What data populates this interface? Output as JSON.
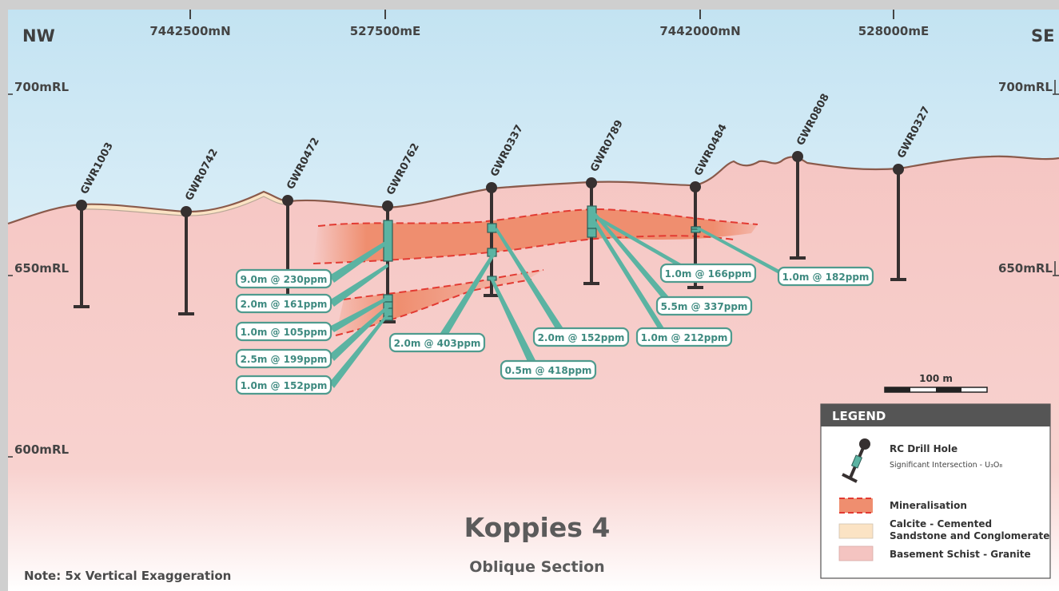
{
  "corners": {
    "left": "NW",
    "right": "SE"
  },
  "top_ticks": [
    "7442500mN",
    "527500mE",
    "7442000mN",
    "528000mE"
  ],
  "rl_labels": {
    "left": [
      "700mRL",
      "650mRL",
      "600mRL"
    ],
    "right": [
      "700mRL",
      "650mRL"
    ]
  },
  "holes": [
    "GWR1003",
    "GWR0742",
    "GWR0472",
    "GWR0762",
    "GWR0337",
    "GWR0789",
    "GWR0484",
    "GWR0808",
    "GWR0327"
  ],
  "intersections": [
    "9.0m @ 230ppm",
    "2.0m @ 161ppm",
    "1.0m @ 105ppm",
    "2.5m @ 199ppm",
    "1.0m @ 152ppm",
    "2.0m @ 403ppm",
    "0.5m @ 418ppm",
    "2.0m @ 152ppm",
    "1.0m @ 212ppm",
    "1.0m @ 166ppm",
    "5.5m @ 337ppm",
    "1.0m @ 182ppm"
  ],
  "title": "Koppies 4",
  "subtitle": "Oblique Section",
  "note": "Note: 5x Vertical Exaggeration",
  "scale_label": "100 m",
  "legend": {
    "heading": "LEGEND",
    "drill_hole": "RC Drill Hole",
    "significant": "Significant Intersection - U₃O₈",
    "mineralisation": "Mineralisation",
    "calcite_1": "Calcite - Cemented",
    "calcite_2": "Sandstone and Conglomerate",
    "basement": "Basement Schist - Granite"
  },
  "colors": {
    "sky_top": "#c7e6f4",
    "ground": "#f4c4c1",
    "mineral": "#ef8e6f",
    "mineral_dash": "#e23a32",
    "hole": "#363030",
    "intersection": "#5bb3a2",
    "label_border": "#4f9b8e",
    "calcite": "#fbe3c4",
    "legend_head": "#555555"
  }
}
